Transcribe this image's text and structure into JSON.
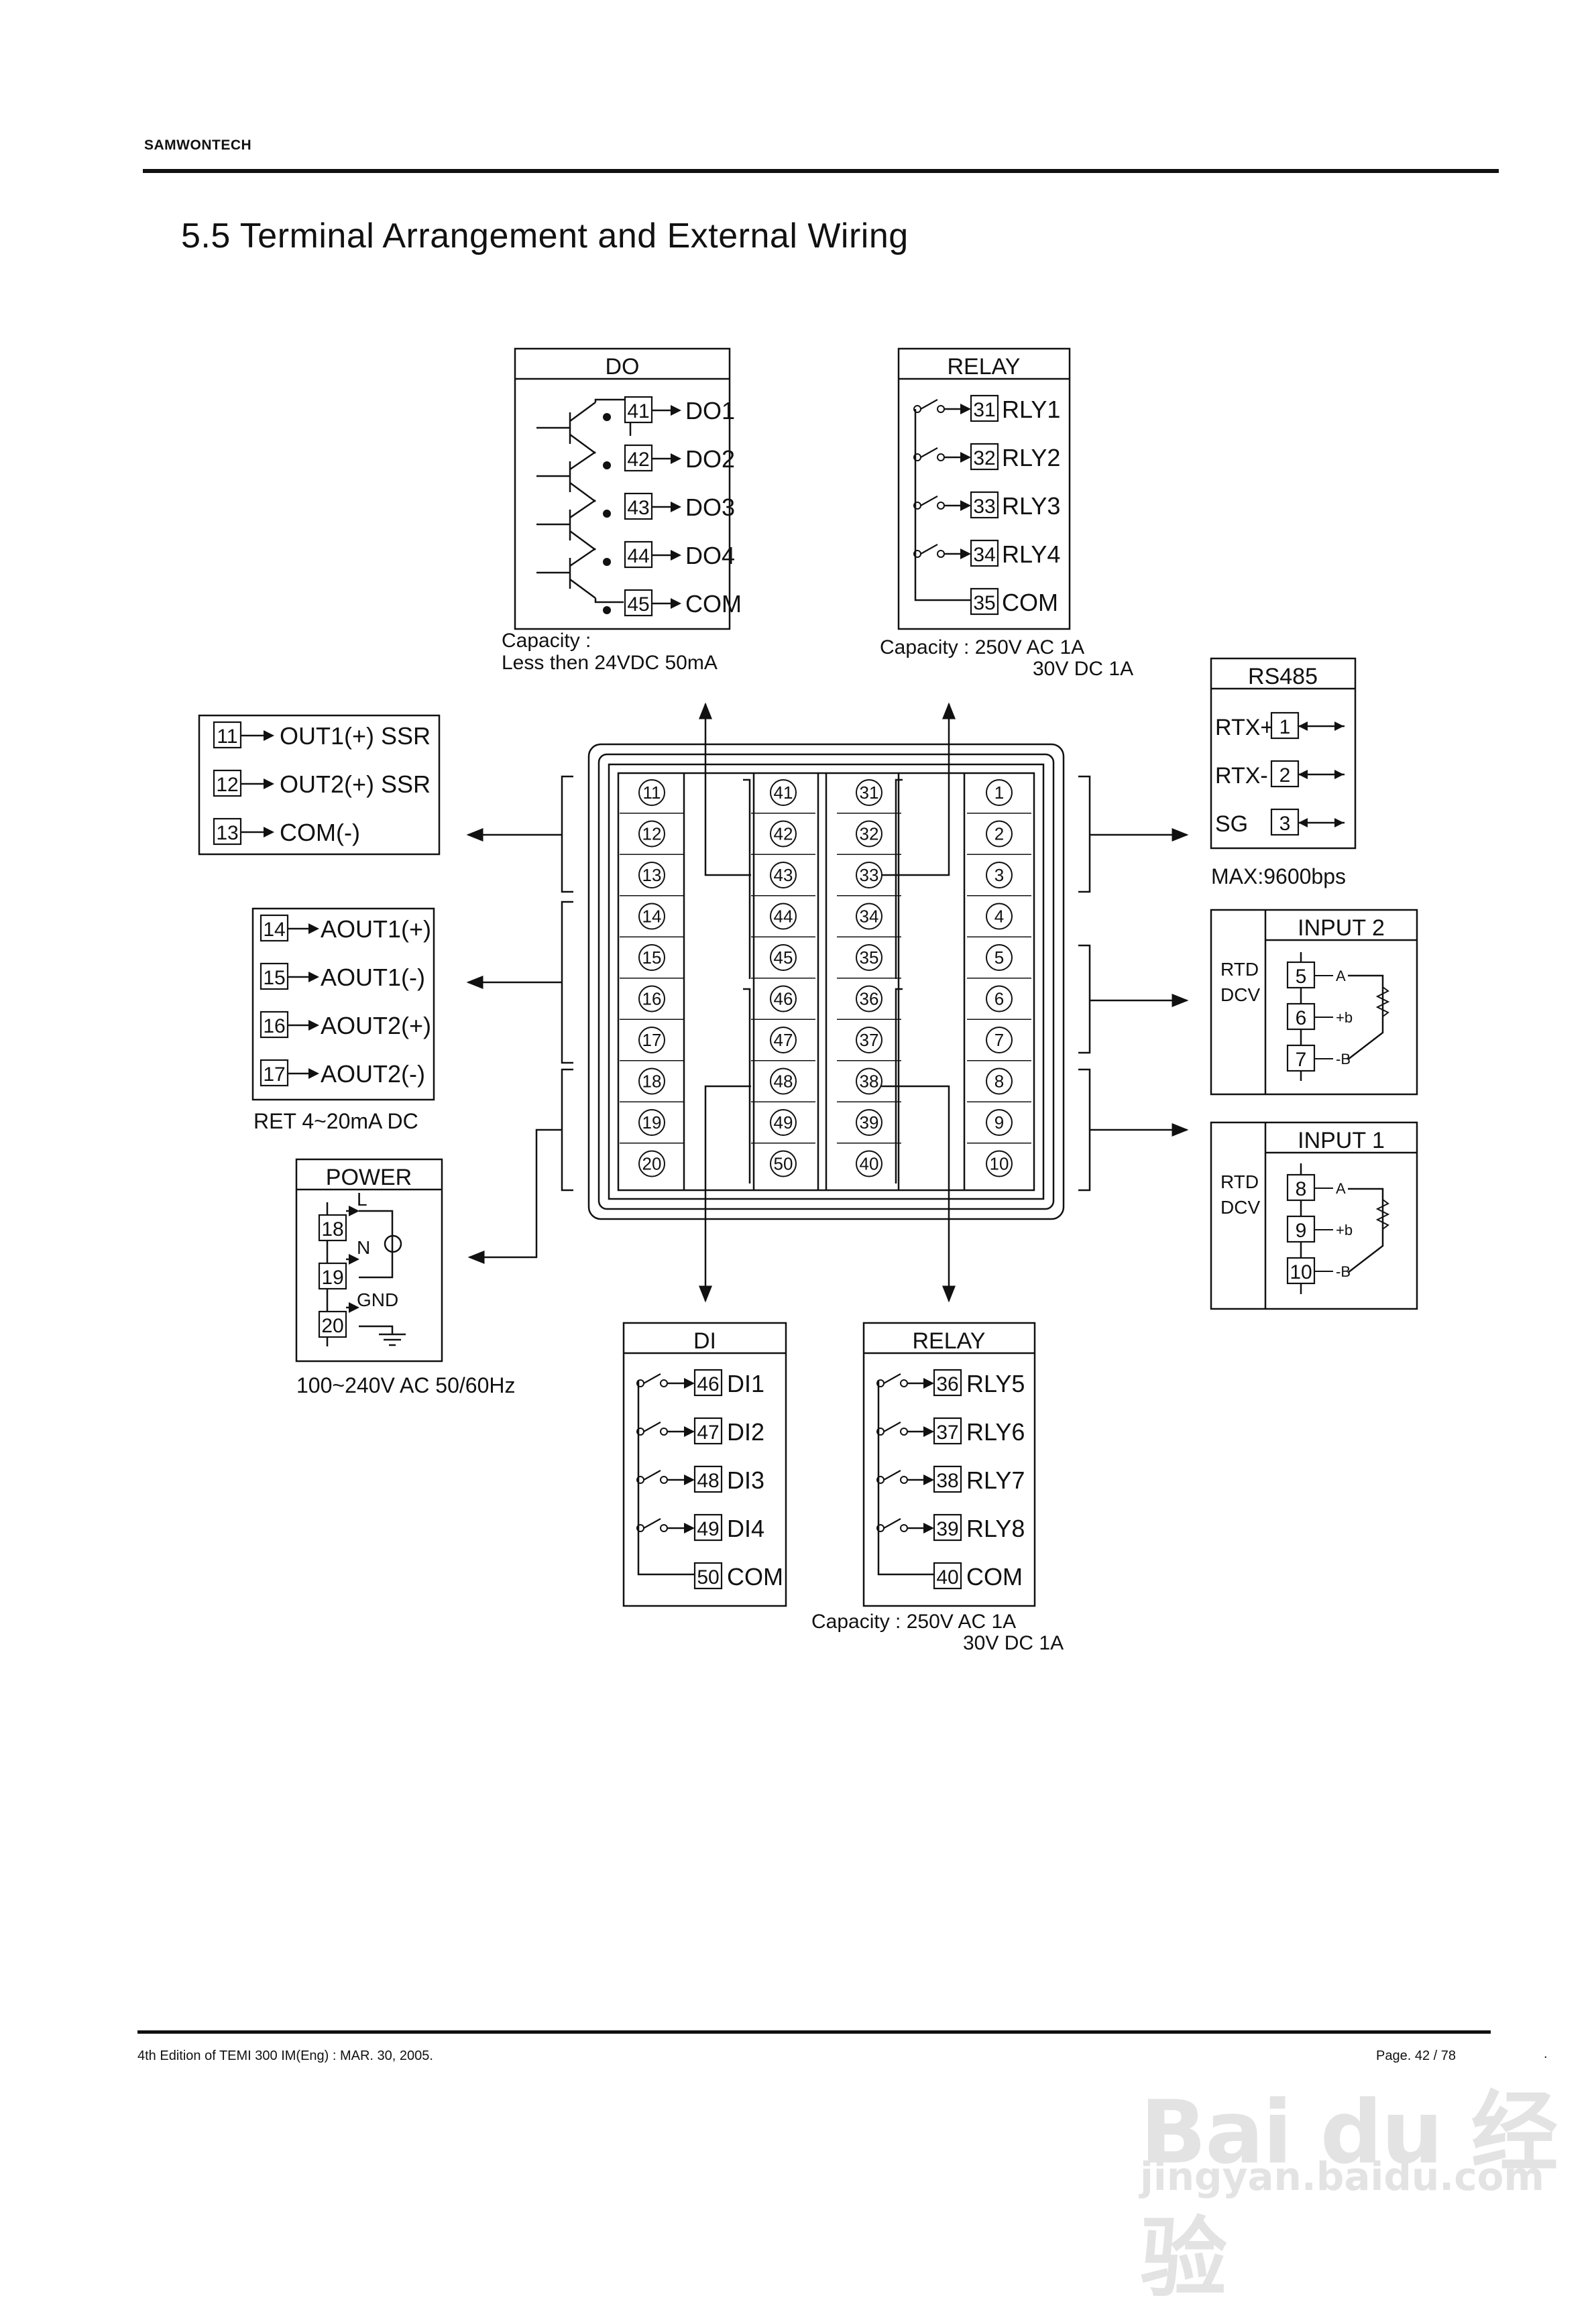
{
  "header": {
    "brand": "SAMWONTECH"
  },
  "section_title": "5.5 Terminal Arrangement and External Wiring",
  "do_block": {
    "title": "DO",
    "rows": [
      {
        "num": "41",
        "label": "DO1"
      },
      {
        "num": "42",
        "label": "DO2"
      },
      {
        "num": "43",
        "label": "DO3"
      },
      {
        "num": "44",
        "label": "DO4"
      },
      {
        "num": "45",
        "label": "COM"
      }
    ],
    "capacity_line1": "Capacity :",
    "capacity_line2": "Less then 24VDC 50mA"
  },
  "relay_top": {
    "title": "RELAY",
    "rows": [
      {
        "num": "31",
        "label": "RLY1"
      },
      {
        "num": "32",
        "label": "RLY2"
      },
      {
        "num": "33",
        "label": "RLY3"
      },
      {
        "num": "34",
        "label": "RLY4"
      },
      {
        "num": "35",
        "label": "COM"
      }
    ],
    "capacity_line1": "Capacity : 250V AC 1A",
    "capacity_line2": "30V DC  1A"
  },
  "rs485": {
    "title": "RS485",
    "rows": [
      {
        "num": "1",
        "label": "RTX+"
      },
      {
        "num": "2",
        "label": "RTX-"
      },
      {
        "num": "3",
        "label": "SG"
      }
    ],
    "note": "MAX:9600bps"
  },
  "out_block": {
    "rows": [
      {
        "num": "11",
        "label": "OUT1(+) SSR"
      },
      {
        "num": "12",
        "label": "OUT2(+) SSR"
      },
      {
        "num": "13",
        "label": "COM(-)"
      }
    ]
  },
  "aout_block": {
    "rows": [
      {
        "num": "14",
        "label": "AOUT1(+)"
      },
      {
        "num": "15",
        "label": "AOUT1(-)"
      },
      {
        "num": "16",
        "label": "AOUT2(+)"
      },
      {
        "num": "17",
        "label": "AOUT2(-)"
      }
    ],
    "note": "RET 4~20mA DC"
  },
  "power_block": {
    "title": "POWER",
    "rows": [
      {
        "num": "18",
        "label": "L"
      },
      {
        "num": "19",
        "label": "N"
      },
      {
        "num": "20",
        "label": "GND"
      }
    ],
    "note": "100~240V AC 50/60Hz"
  },
  "input2": {
    "title": "INPUT 2",
    "side_labels": [
      "RTD",
      "DCV"
    ],
    "rows": [
      {
        "num": "5",
        "label": "A"
      },
      {
        "num": "6",
        "label": "+b"
      },
      {
        "num": "7",
        "label": "-B"
      }
    ]
  },
  "input1": {
    "title": "INPUT 1",
    "side_labels": [
      "RTD",
      "DCV"
    ],
    "rows": [
      {
        "num": "8",
        "label": "A"
      },
      {
        "num": "9",
        "label": "+b"
      },
      {
        "num": "10",
        "label": "-B"
      }
    ]
  },
  "di_block": {
    "title": "DI",
    "rows": [
      {
        "num": "46",
        "label": "DI1"
      },
      {
        "num": "47",
        "label": "DI2"
      },
      {
        "num": "48",
        "label": "DI3"
      },
      {
        "num": "49",
        "label": "DI4"
      },
      {
        "num": "50",
        "label": "COM"
      }
    ]
  },
  "relay_bottom": {
    "title": "RELAY",
    "rows": [
      {
        "num": "36",
        "label": "RLY5"
      },
      {
        "num": "37",
        "label": "RLY6"
      },
      {
        "num": "38",
        "label": "RLY7"
      },
      {
        "num": "39",
        "label": "RLY8"
      },
      {
        "num": "40",
        "label": "COM"
      }
    ],
    "capacity_line1": "Capacity : 250V AC 1A",
    "capacity_line2": "30V DC  1A"
  },
  "terminal_grid": {
    "col1": [
      "11",
      "12",
      "13",
      "14",
      "15",
      "16",
      "17",
      "18",
      "19",
      "20"
    ],
    "col2": [
      "41",
      "42",
      "43",
      "44",
      "45",
      "46",
      "47",
      "48",
      "49",
      "50"
    ],
    "col3": [
      "31",
      "32",
      "33",
      "34",
      "35",
      "36",
      "37",
      "38",
      "39",
      "40"
    ],
    "col4": [
      "1",
      "2",
      "3",
      "4",
      "5",
      "6",
      "7",
      "8",
      "9",
      "10"
    ]
  },
  "footer": {
    "edition": "4th Edition of TEMI 300 IM(Eng) : MAR. 30, 2005.",
    "page": "Page. 42 / 78",
    "dot": "."
  },
  "watermark": {
    "logo": "Bai du 经验",
    "url": "jingyan.baidu.com"
  }
}
